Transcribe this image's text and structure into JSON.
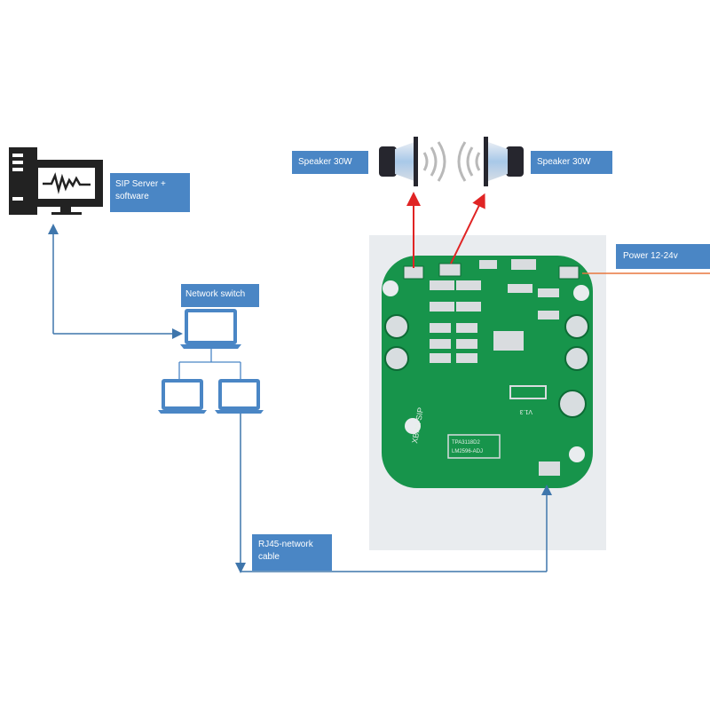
{
  "labels": {
    "sip_server": "SIP Server + software",
    "network_switch": "Network switch",
    "speaker_left": "Speaker 30W",
    "speaker_right": "Speaker 30W",
    "power": "Power 12-24v",
    "cable": "RJ45-network cable"
  },
  "pcb_silkscreen": {
    "board_name": "XBPA-SIP",
    "revision": "V1.3",
    "part_1": "TPA3118D2",
    "part_2": "LM2596-ADJ"
  },
  "colors": {
    "label_bg": "#4a86c5",
    "connector_blue": "#3f76ac",
    "arrow_red": "#e02424",
    "power_line": "#e8763f",
    "pcb_green": "#17944b"
  }
}
